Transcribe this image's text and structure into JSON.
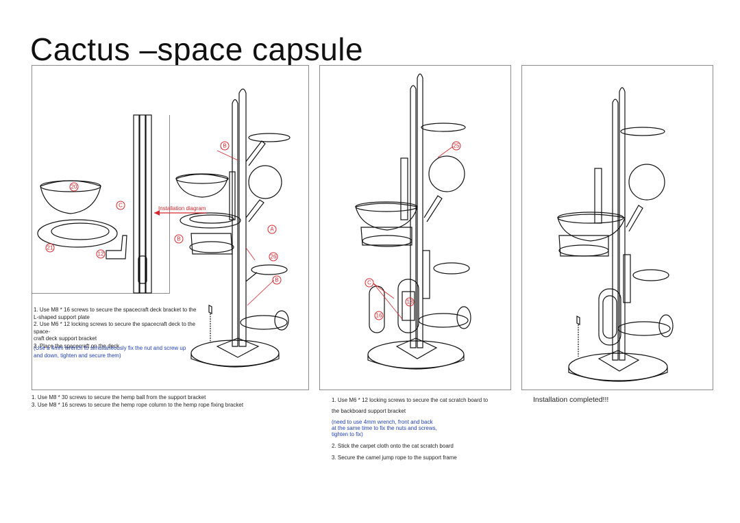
{
  "title": "Cactus –space capsule",
  "panel1": {
    "installation_label": "Installation diagram",
    "callouts": [
      "20",
      "C",
      "21",
      "12",
      "B",
      "B",
      "A",
      "26",
      "B"
    ],
    "steps": [
      "1. Use M8 * 16 screws to secure the spacecraft deck bracket to the",
      "L-shaped support plate",
      "2. Use M6 * 12 locking screws to secure the spacecraft deck to the space-",
      "craft deck support bracket",
      "3. Place the spacecraft on the deck"
    ],
    "note": [
      "(Use a 4mm wrench to simultaneously fix the nut and screw up",
      "and down, tighten and secure them)"
    ]
  },
  "panel1_caption": [
    "1. Use M8 * 30 screws to secure the hemp ball from the support bracket",
    "3. Use M8 * 16 screws to secure the hemp rope column to the hemp rope fixing bracket"
  ],
  "panel2": {
    "callouts": [
      "25",
      "C",
      "13",
      "16"
    ]
  },
  "panel2_caption": {
    "step1a": "1. Use M6 * 12 locking screws to secure the cat scratch board to",
    "step1b": "the backboard support bracket",
    "note": [
      "(need to use 4mm wrench, front and back",
      "at the same time to fix the nuts and screws,",
      "tighten to fix)"
    ],
    "step2": "2. Stick the carpet cloth onto the cat scratch board",
    "step3": "3. Secure the camel jump rope to the support frame"
  },
  "panel3_caption": "Installation completed!!!",
  "colors": {
    "callout": "#d8262c",
    "note": "#1f3fb7",
    "line": "#111111",
    "border": "#8a8a8a"
  }
}
